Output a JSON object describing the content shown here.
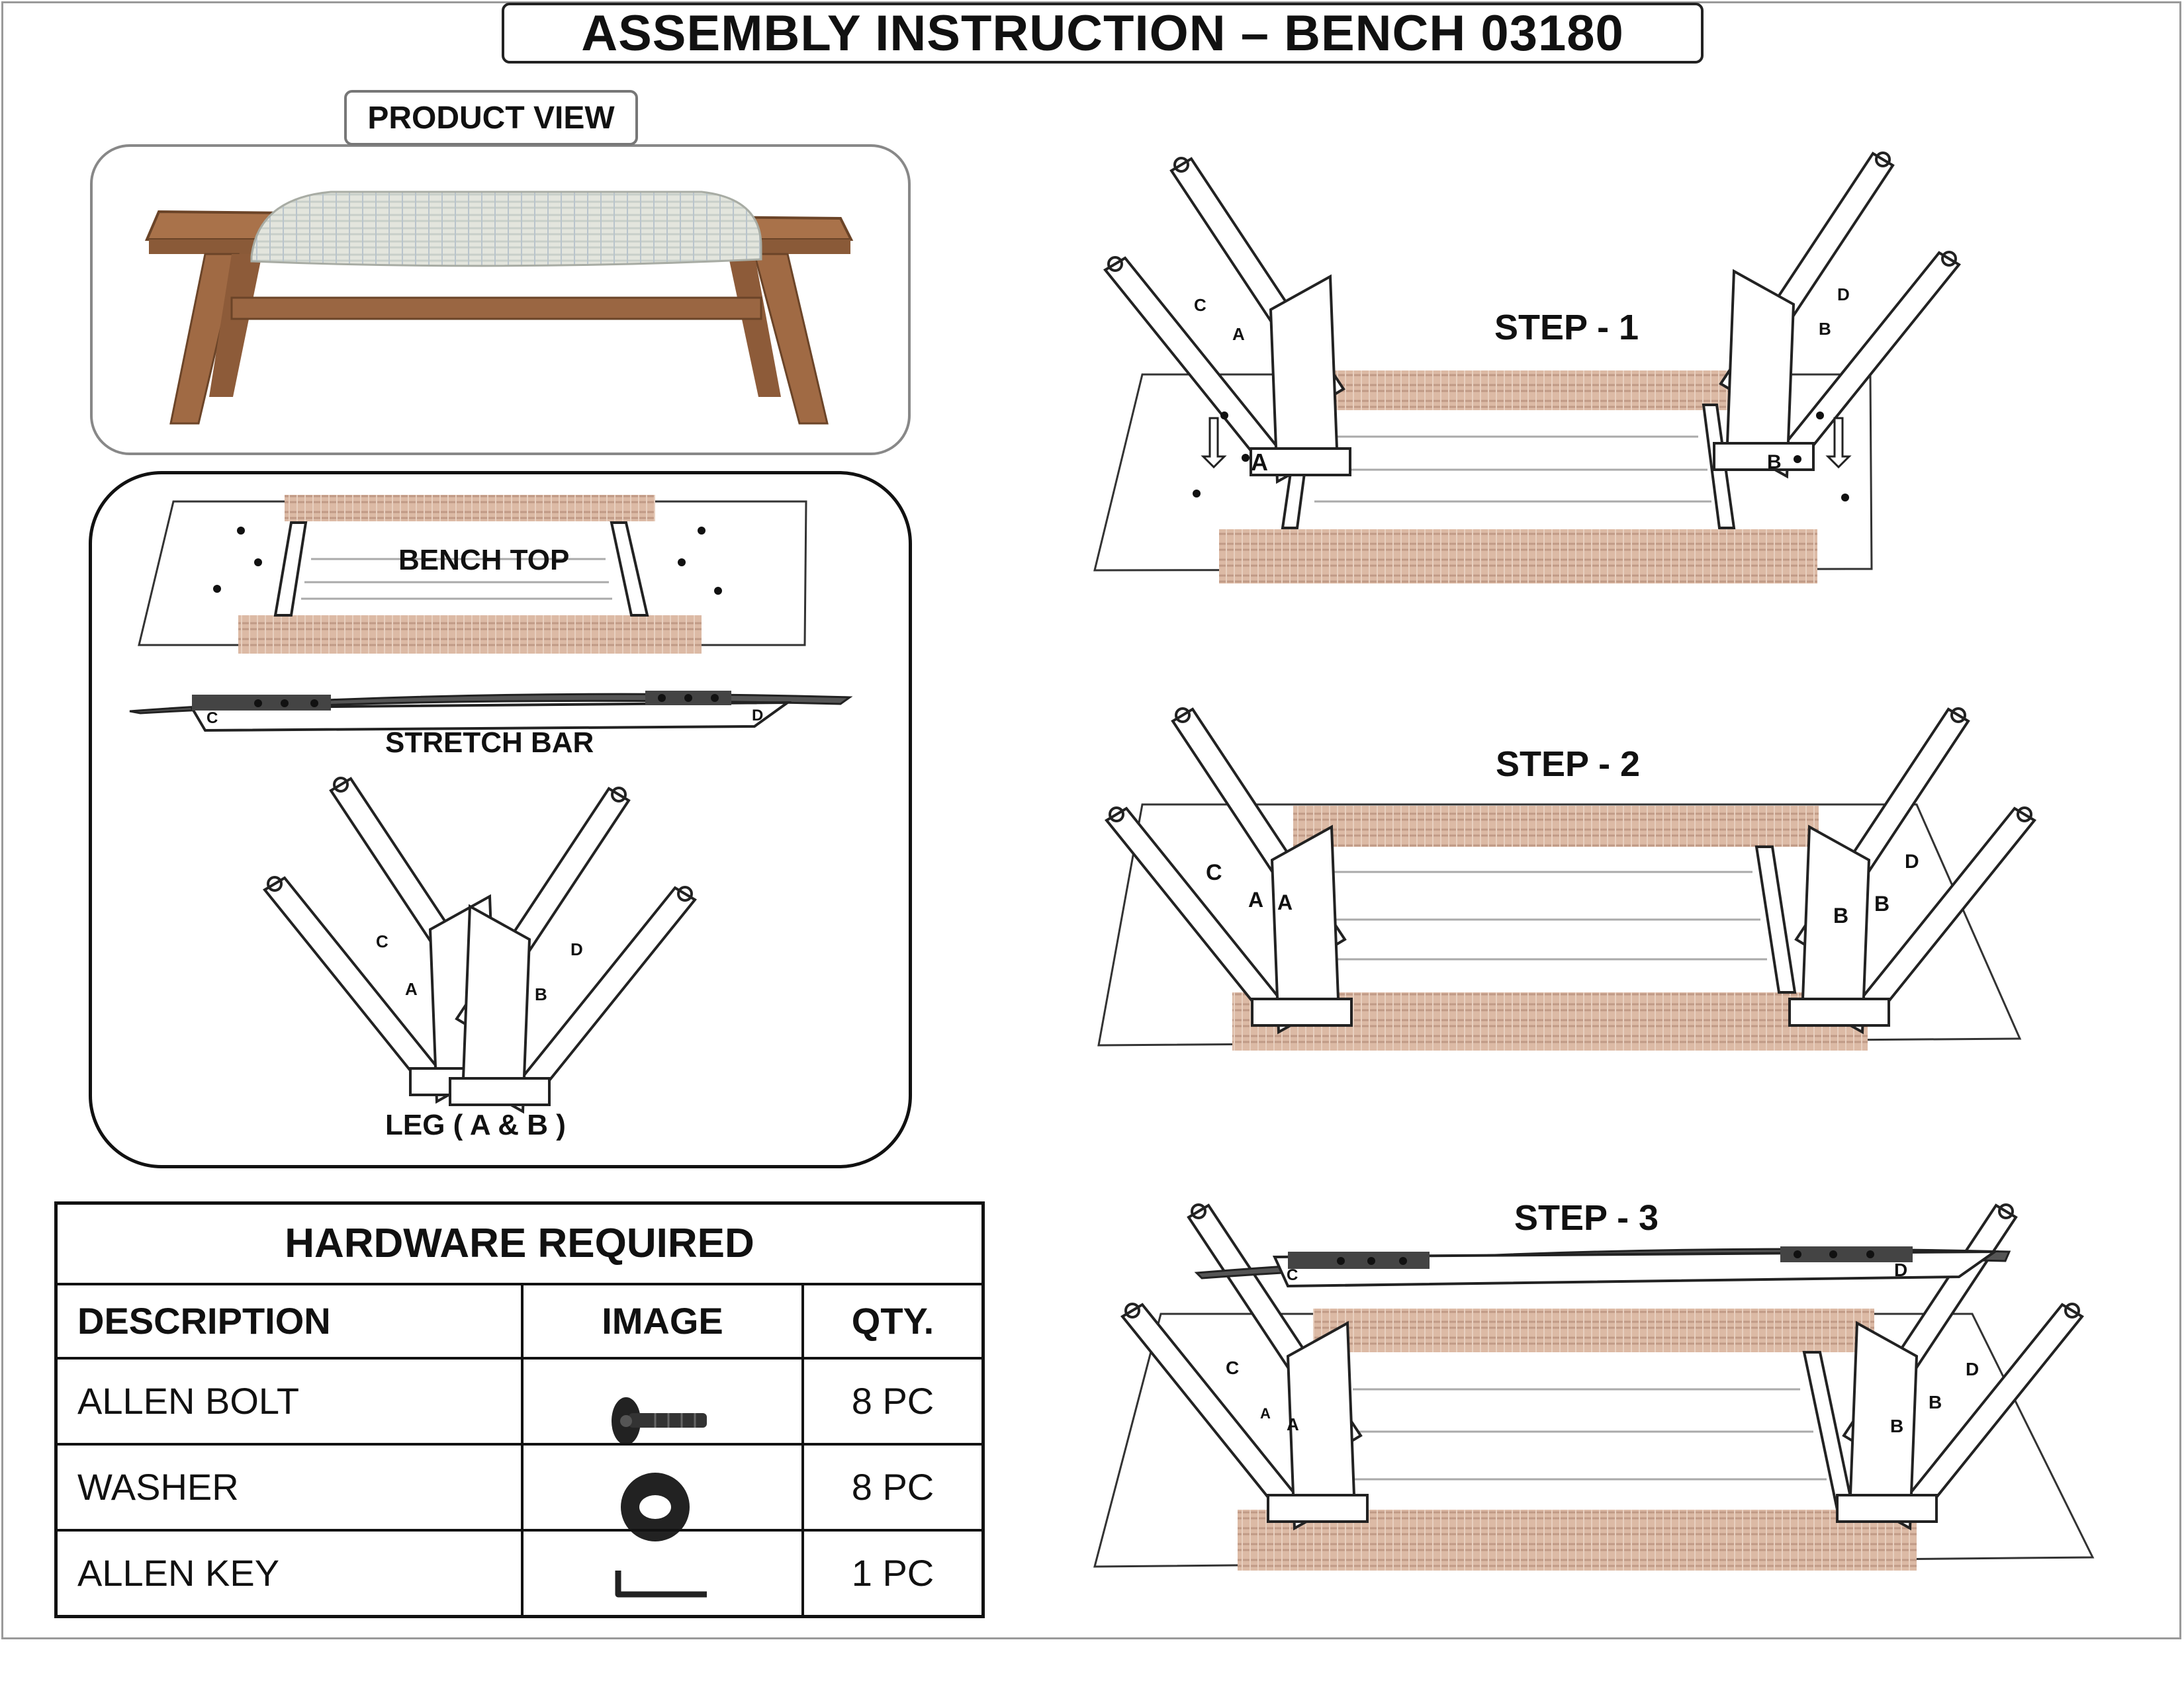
{
  "title": "ASSEMBLY INSTRUCTION – BENCH 03180",
  "product_view_label": "PRODUCT VIEW",
  "parts": {
    "bench_top": "BENCH TOP",
    "stretch_bar": "STRETCH BAR",
    "legs": "LEG ( A & B )"
  },
  "part_markers": {
    "a": "A",
    "b": "B",
    "c": "C",
    "d": "D"
  },
  "steps": [
    "STEP - 1",
    "STEP - 2",
    "STEP - 3"
  ],
  "hardware": {
    "heading": "HARDWARE REQUIRED",
    "columns": [
      "DESCRIPTION",
      "IMAGE",
      "QTY."
    ],
    "rows": [
      {
        "description": "ALLEN BOLT",
        "icon": "allen-bolt-icon",
        "qty": "8 PC"
      },
      {
        "description": "WASHER",
        "icon": "washer-icon",
        "qty": "8 PC"
      },
      {
        "description": "ALLEN KEY",
        "icon": "allen-key-icon",
        "qty": "1 PC"
      }
    ]
  },
  "colors": {
    "wood": "#a9724a",
    "cushion": "#dfe1d9",
    "rug": "#d9b8a3",
    "line": "#222222"
  }
}
